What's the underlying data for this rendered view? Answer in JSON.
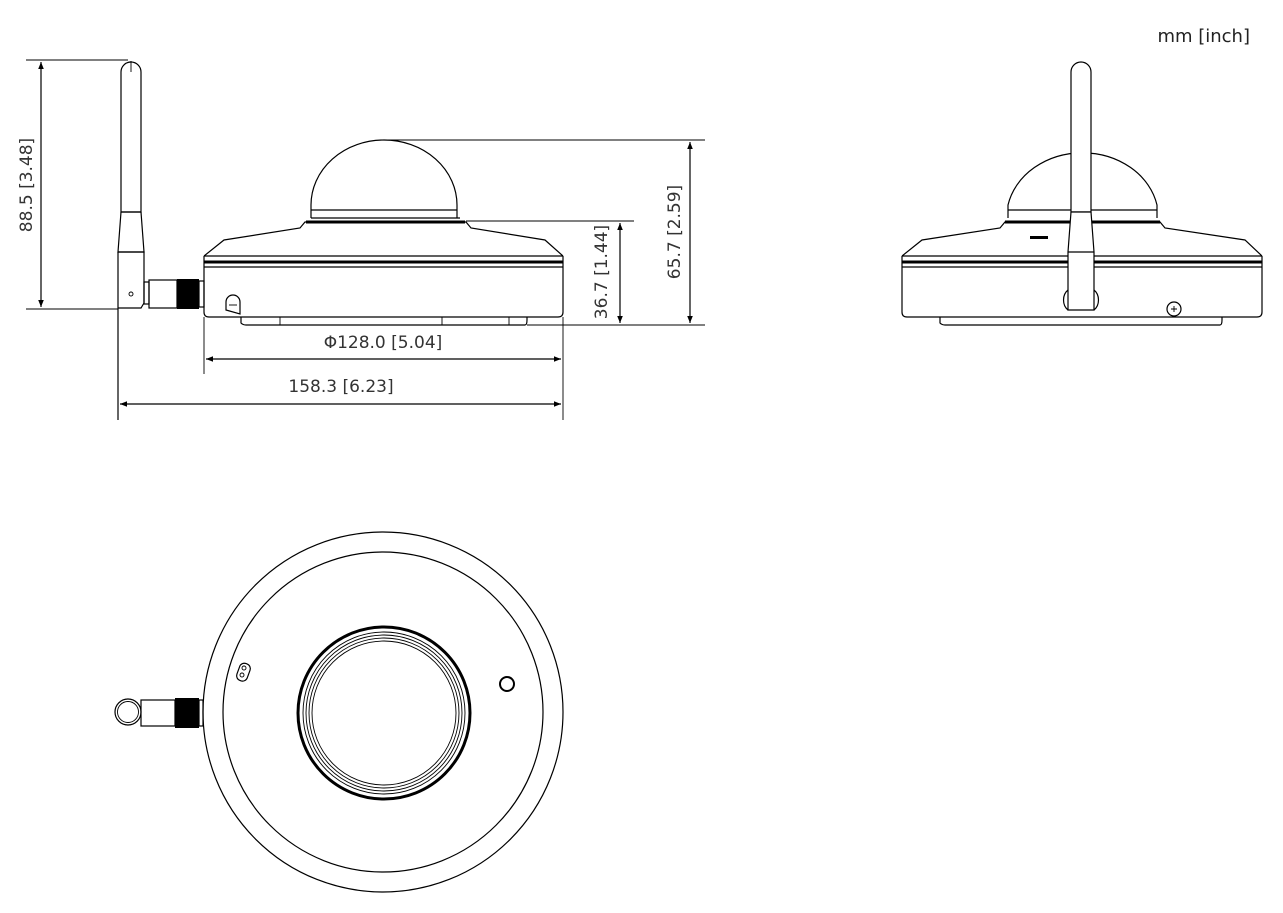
{
  "units_label": "mm [inch]",
  "views": {
    "side_view": {
      "dimensions": {
        "antenna_height": "88.5 [3.48]",
        "total_height": "65.7 [2.59]",
        "body_height": "36.7 [1.44]",
        "body_diameter": "Φ128.0 [5.04]",
        "total_width": "158.3 [6.23]"
      }
    },
    "front_view": {},
    "top_view": {}
  },
  "colors": {
    "line": "#000000",
    "text": "#333333",
    "background": "#ffffff"
  }
}
